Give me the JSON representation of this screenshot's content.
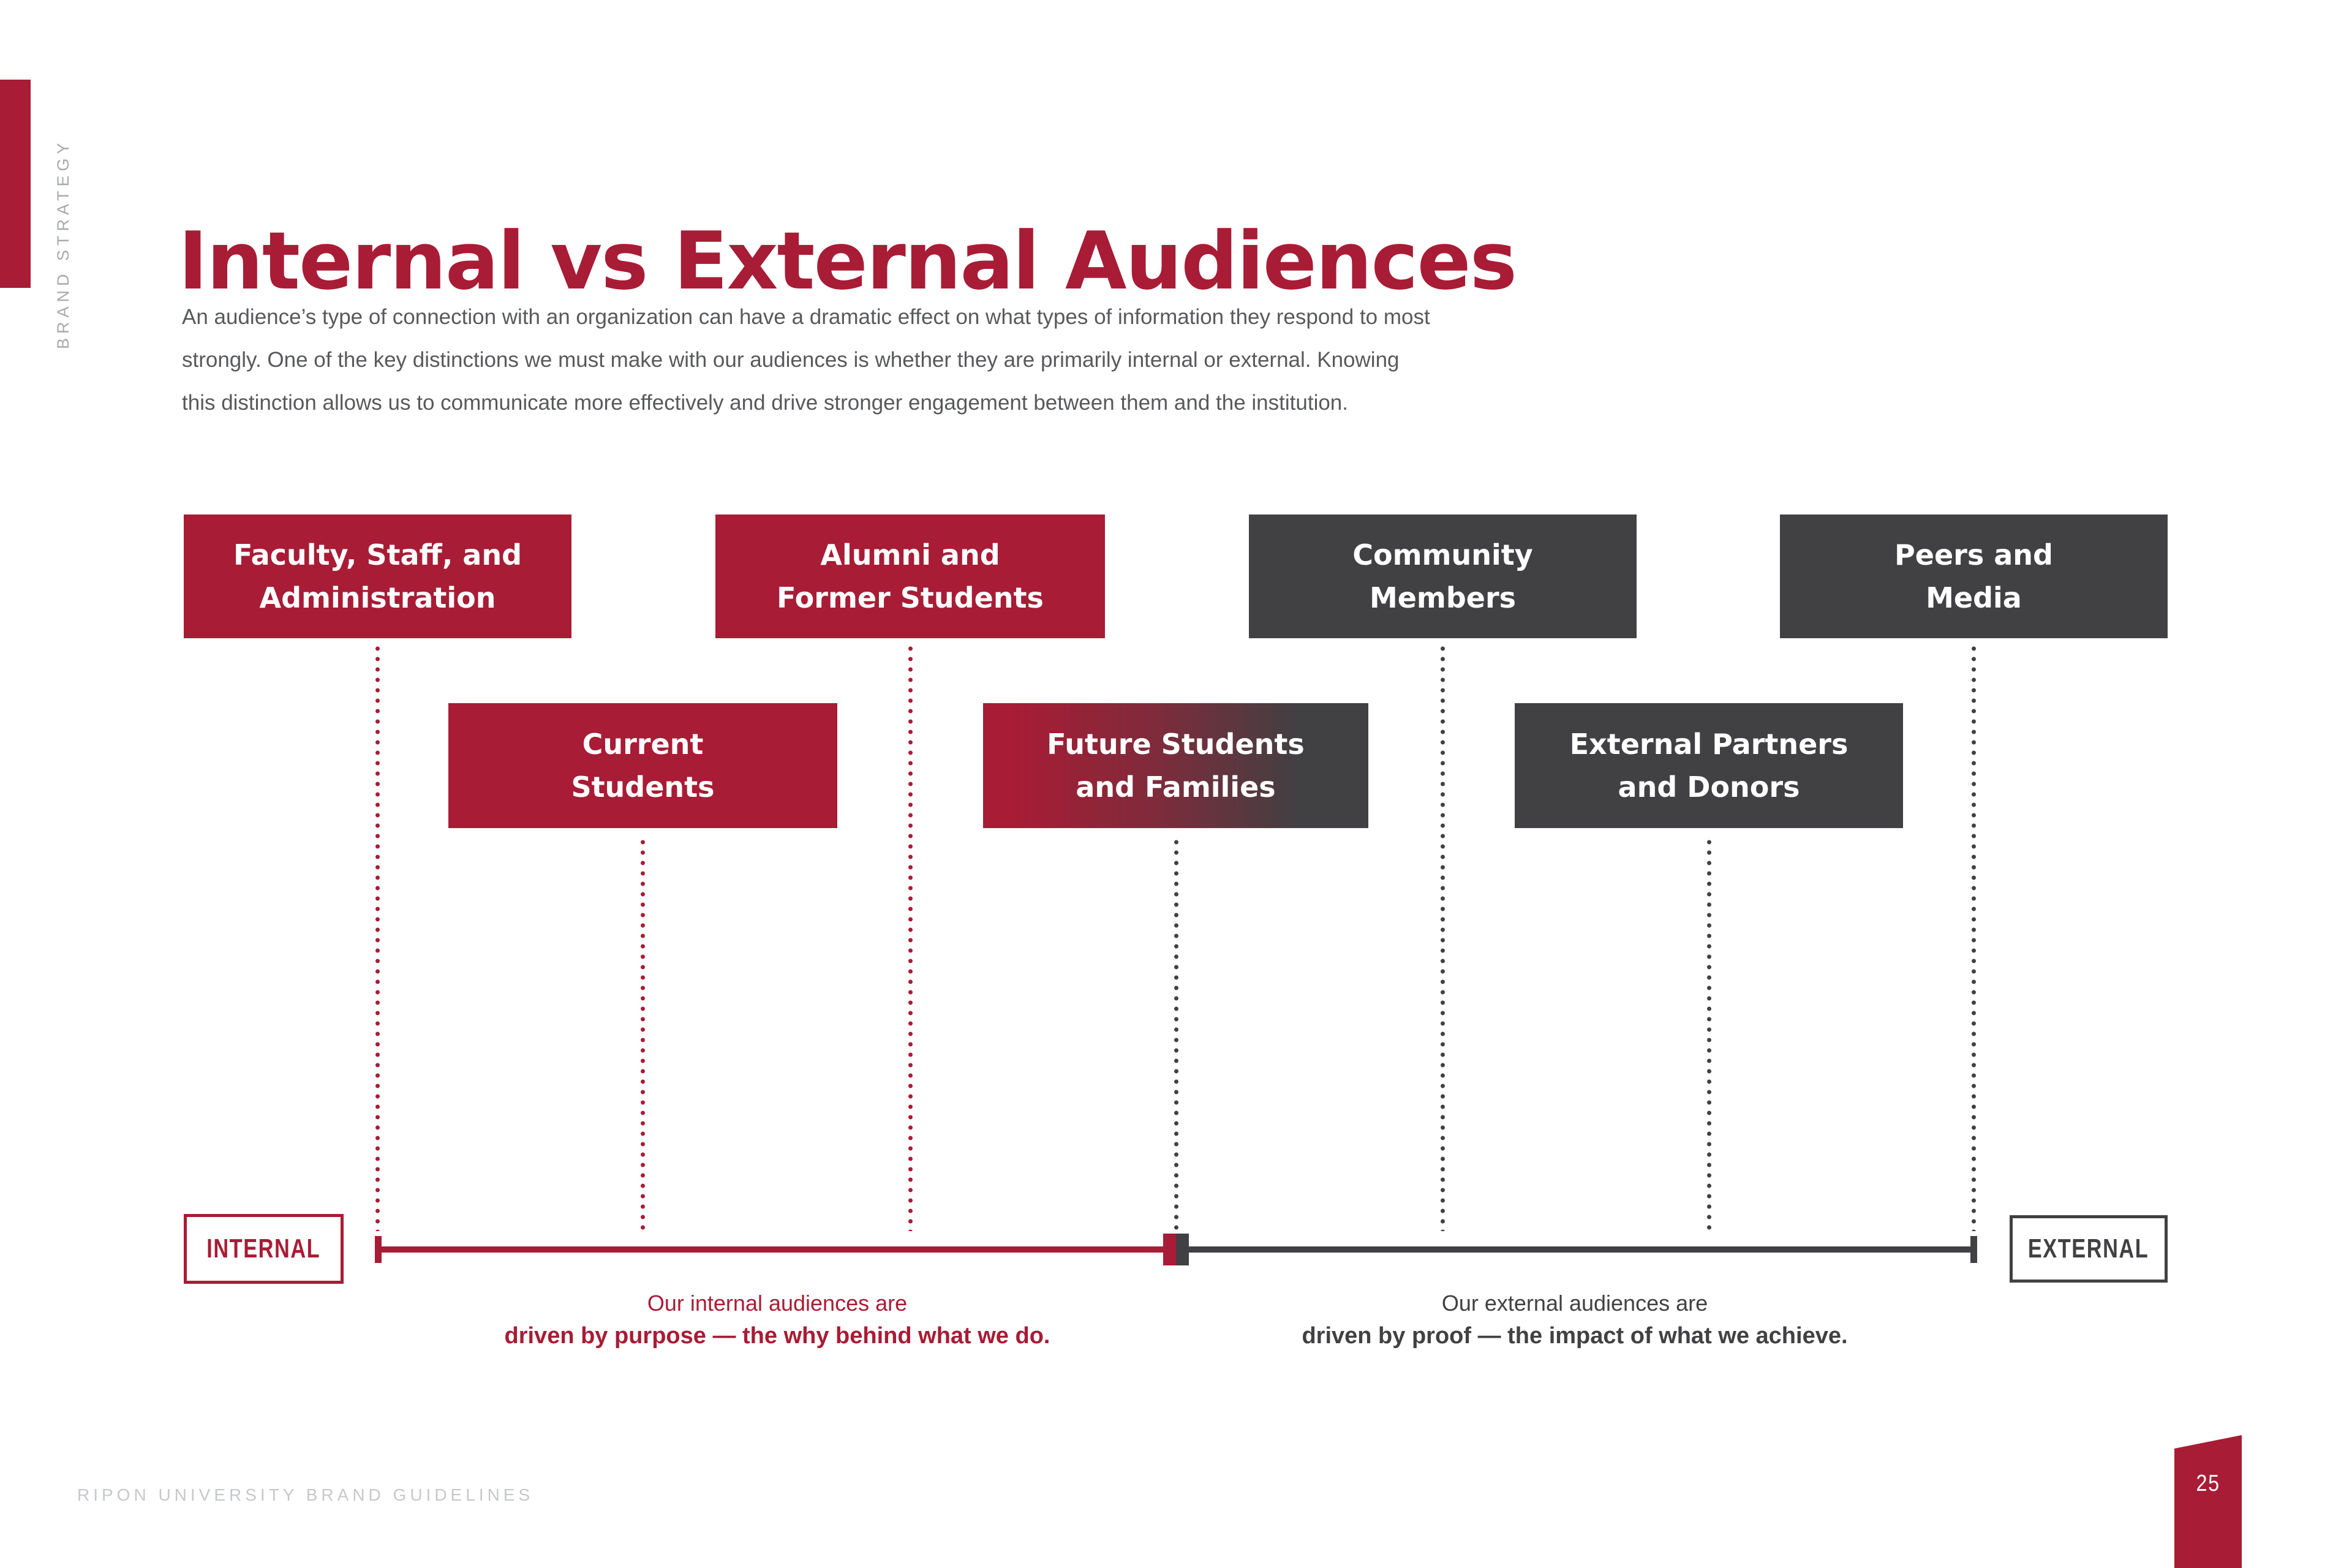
{
  "colors": {
    "crimson": "#A81C35",
    "charcoal": "#414042",
    "body-text": "#58595B",
    "sidebar-text": "#A7A9AC",
    "footer-text": "#C7C8CA",
    "page-bg": "#FFFFFF"
  },
  "sidebar": {
    "section_label": "BRAND STRATEGY"
  },
  "header": {
    "title": "Internal vs External Audiences",
    "intro_lines": [
      "An audience’s type of connection with an organization can have a dramatic effect on what types of information they respond to most",
      "strongly. One of the key distinctions we must make with our audiences is whether they are primarily internal or external. Knowing",
      "this distinction allows us to communicate more effectively and drive stronger engagement between them and the institution."
    ]
  },
  "diagram": {
    "row1": [
      {
        "lines": [
          "Faculty, Staff, and",
          "Administration"
        ],
        "tone": "internal"
      },
      {
        "lines": [
          "Alumni and",
          "Former Students"
        ],
        "tone": "internal"
      },
      {
        "lines": [
          "Community",
          "Members"
        ],
        "tone": "external"
      },
      {
        "lines": [
          "Peers and",
          "Media"
        ],
        "tone": "external"
      }
    ],
    "row2": [
      {
        "lines": [
          "Current",
          "Students"
        ],
        "tone": "internal"
      },
      {
        "lines": [
          "Future Students",
          "and Families"
        ],
        "tone": "mixed"
      },
      {
        "lines": [
          "External Partners",
          "and Donors"
        ],
        "tone": "external"
      }
    ],
    "axis": {
      "internal_label": "INTERNAL",
      "external_label": "EXTERNAL"
    },
    "captions": {
      "internal": {
        "line1": "Our internal audiences are",
        "line2": "driven by purpose — the why behind what we do."
      },
      "external": {
        "line1": "Our external audiences are",
        "line2": "driven by proof — the impact of what we achieve."
      }
    }
  },
  "footer": {
    "document_label": "RIPON UNIVERSITY BRAND GUIDELINES",
    "page_number": "25"
  }
}
